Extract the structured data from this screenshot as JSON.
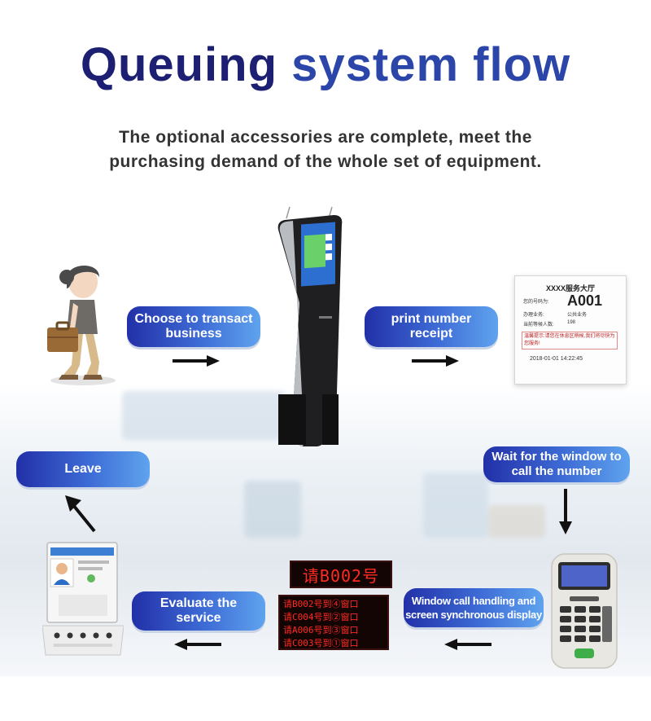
{
  "title": {
    "part1": "Queuing",
    "part2": "system flow"
  },
  "subtitle": {
    "line1": "The optional accessories are complete, meet the",
    "line2": "purchasing demand of the whole set of equipment."
  },
  "steps": {
    "choose": "Choose to transact business",
    "print": "print number receipt",
    "wait": "Wait for the window to call the number",
    "window": "Window call handling and screen synchronous display",
    "evaluate": "Evaluate the service",
    "leave": "Leave"
  },
  "receipt": {
    "hall": "XXXX服务大厅",
    "number_label": "您的号码为:",
    "number": "A001",
    "business_label": "办理业务:",
    "business": "公共业务",
    "waiting_label": "当前等候人数:",
    "waiting": "198",
    "note": "温馨提示:请您在休息区稍候,我们将尽快为您服务!",
    "date": "2018-01-01 14:22:45"
  },
  "led": {
    "top": "请B002号",
    "rows": [
      "请B002号到④窗口",
      "请C004号到②窗口",
      "请A006号到③窗口",
      "请C003号到①窗口"
    ]
  },
  "colors": {
    "title_dark": "#1d1f73",
    "title_blue": "#2b46a8",
    "pill_start": "#2230a8",
    "pill_end": "#5fa3ee",
    "led": "#ff2a22"
  }
}
